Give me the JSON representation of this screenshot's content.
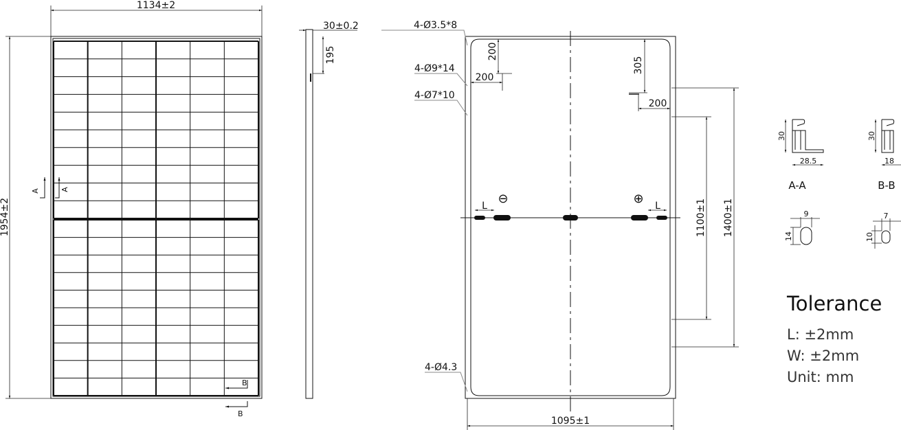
{
  "front_view": {
    "width_dim": "1134±2",
    "height_dim": "1954±2",
    "section_a": "A",
    "section_b": "B",
    "cell_columns": 6,
    "cell_rows_per_half": 10
  },
  "side_view": {
    "thickness_dim": "30±0.2",
    "offset_dim": "195"
  },
  "back_view": {
    "hole_labels": [
      "4-Ø3.5*8",
      "4-Ø9*14",
      "4-Ø7*10",
      "4-Ø4.3"
    ],
    "dim_200_vertical": "200",
    "dim_200_horizontal_left": "200",
    "dim_305": "305",
    "dim_200_horizontal_right": "200",
    "dim_1100": "1100±1",
    "dim_1400": "1400±1",
    "dim_1095": "1095±1",
    "cable_length_label": "L",
    "polarity_negative": "⊖",
    "polarity_positive": "⊕"
  },
  "sections": {
    "aa": {
      "label": "A-A",
      "height": "30",
      "width": "28.5"
    },
    "bb": {
      "label": "B-B",
      "height": "30",
      "width": "18"
    },
    "hole1": {
      "w": "9",
      "h": "14"
    },
    "hole2": {
      "w": "7",
      "h": "10"
    }
  },
  "tolerance": {
    "title": "Tolerance",
    "lines": [
      "L: ±2mm",
      "W: ±2mm",
      "Unit: mm"
    ]
  }
}
